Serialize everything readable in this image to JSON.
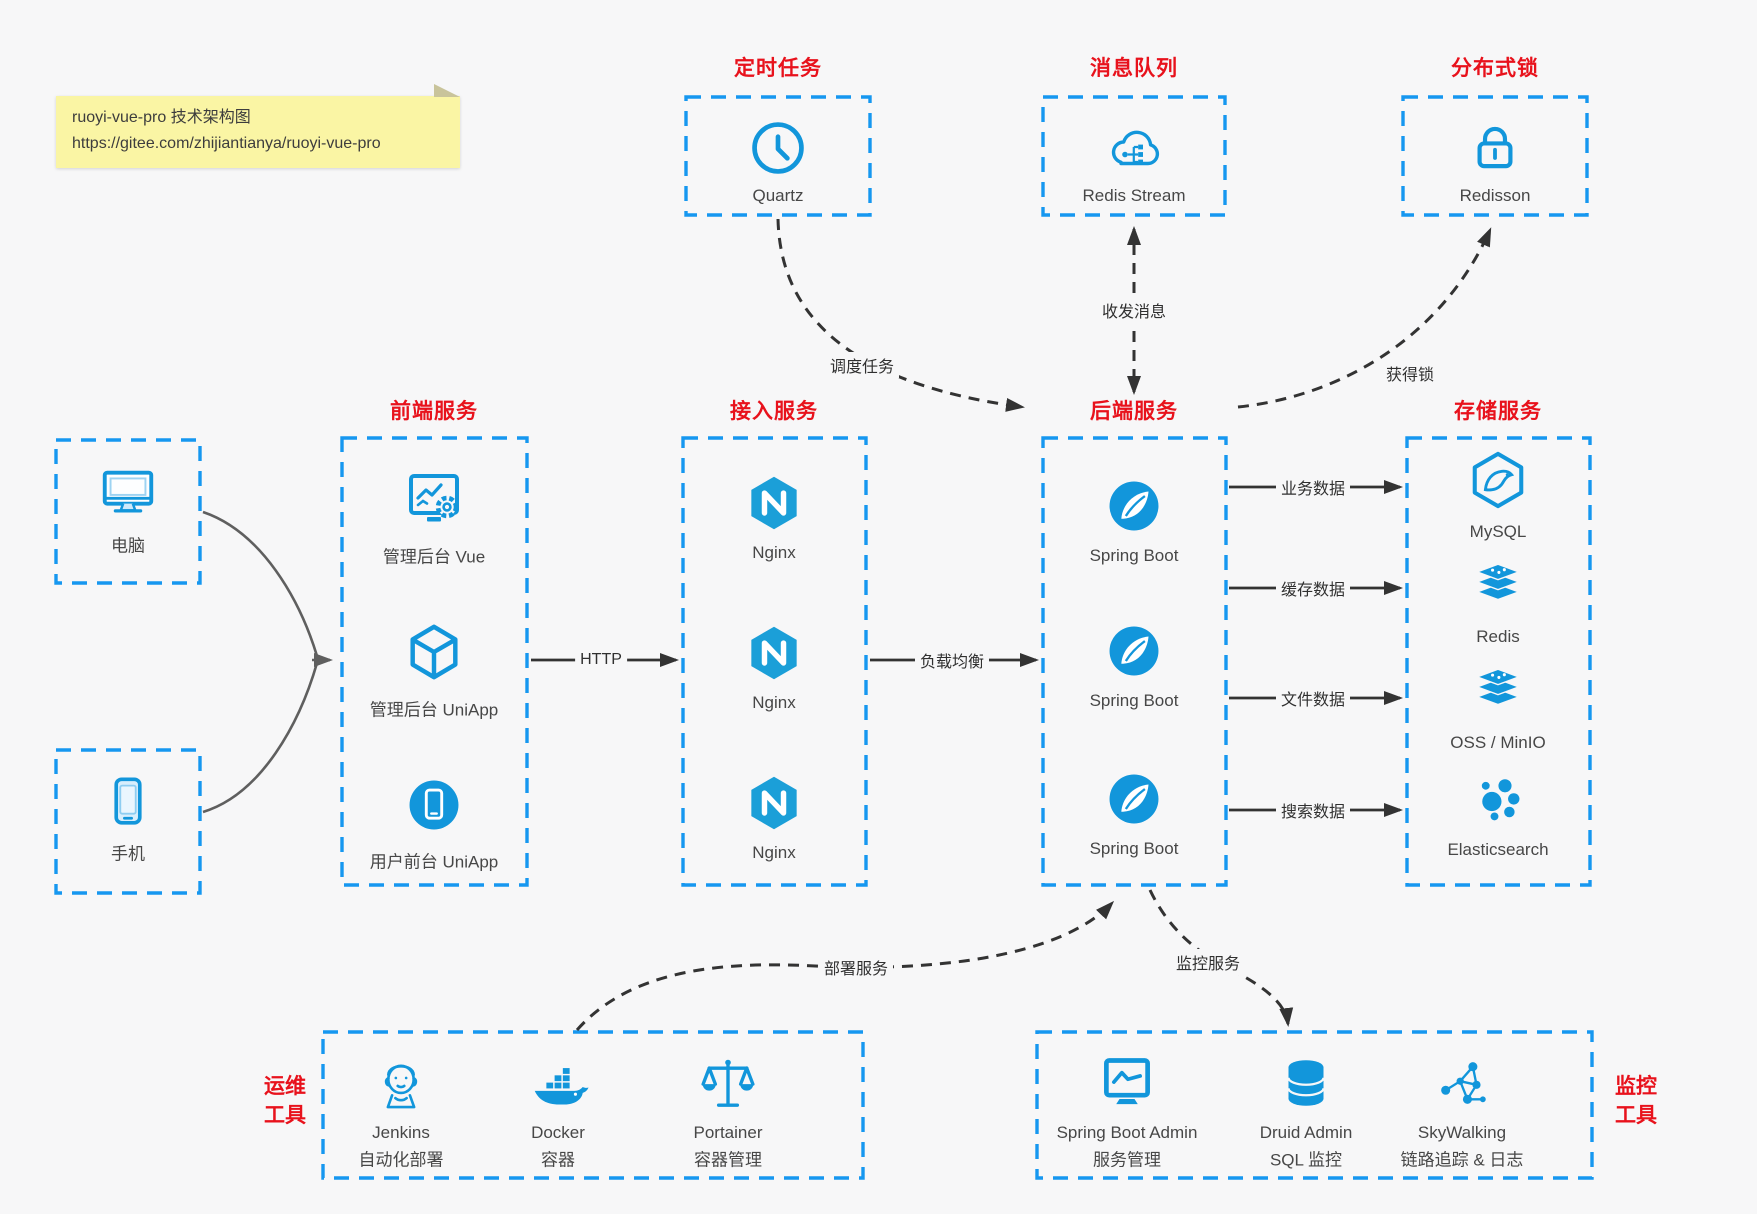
{
  "note": {
    "line1": "ruoyi-vue-pro 技术架构图",
    "line2": "https://gitee.com/zhijiantianya/ruoyi-vue-pro"
  },
  "colors": {
    "icon_blue": "#1296db",
    "border_blue": "#1697f0",
    "title_red": "#e8121c",
    "note_yellow": "#faf5a4"
  },
  "groups": {
    "scheduler": {
      "title": "定时任务",
      "items": [
        {
          "icon": "clock-icon",
          "label": "Quartz"
        }
      ]
    },
    "mq": {
      "title": "消息队列",
      "items": [
        {
          "icon": "cloud-queue-icon",
          "label": "Redis Stream"
        }
      ]
    },
    "lock": {
      "title": "分布式锁",
      "items": [
        {
          "icon": "lock-icon",
          "label": "Redisson"
        }
      ]
    },
    "clients": {
      "items": [
        {
          "icon": "desktop-icon",
          "label": "电脑"
        },
        {
          "icon": "smartphone-icon",
          "label": "手机"
        }
      ]
    },
    "frontend": {
      "title": "前端服务",
      "items": [
        {
          "icon": "admin-vue-icon",
          "label": "管理后台 Vue"
        },
        {
          "icon": "uniapp-cube-icon",
          "label": "管理后台 UniApp"
        },
        {
          "icon": "mobile-app-icon",
          "label": "用户前台 UniApp"
        }
      ]
    },
    "gateway": {
      "title": "接入服务",
      "items": [
        {
          "icon": "nginx-icon",
          "label": "Nginx"
        },
        {
          "icon": "nginx-icon",
          "label": "Nginx"
        },
        {
          "icon": "nginx-icon",
          "label": "Nginx"
        }
      ]
    },
    "backend": {
      "title": "后端服务",
      "items": [
        {
          "icon": "spring-boot-icon",
          "label": "Spring Boot"
        },
        {
          "icon": "spring-boot-icon",
          "label": "Spring Boot"
        },
        {
          "icon": "spring-boot-icon",
          "label": "Spring Boot"
        }
      ]
    },
    "storage": {
      "title": "存储服务",
      "items": [
        {
          "icon": "mysql-icon",
          "label": "MySQL"
        },
        {
          "icon": "redis-icon",
          "label": "Redis"
        },
        {
          "icon": "oss-icon",
          "label": "OSS / MinIO"
        },
        {
          "icon": "elasticsearch-icon",
          "label": "Elasticsearch"
        }
      ]
    },
    "ops": {
      "title_line1": "运维",
      "title_line2": "工具",
      "items": [
        {
          "icon": "jenkins-icon",
          "label": "Jenkins",
          "sublabel": "自动化部署"
        },
        {
          "icon": "docker-icon",
          "label": "Docker",
          "sublabel": "容器"
        },
        {
          "icon": "portainer-icon",
          "label": "Portainer",
          "sublabel": "容器管理"
        }
      ]
    },
    "monitoring": {
      "title_line1": "监控",
      "title_line2": "工具",
      "items": [
        {
          "icon": "springboot-admin-icon",
          "label": "Spring Boot Admin",
          "sublabel": "服务管理"
        },
        {
          "icon": "druid-icon",
          "label": "Druid Admin",
          "sublabel": "SQL 监控"
        },
        {
          "icon": "skywalking-icon",
          "label": "SkyWalking",
          "sublabel": "链路追踪 & 日志"
        }
      ]
    }
  },
  "edges": {
    "http": {
      "label": "HTTP"
    },
    "load_balance": {
      "label": "负载均衡"
    },
    "schedule_task": {
      "label": "调度任务"
    },
    "send_receive_message": {
      "label": "收发消息"
    },
    "acquire_lock": {
      "label": "获得锁"
    },
    "business_data": {
      "label": "业务数据"
    },
    "cache_data": {
      "label": "缓存数据"
    },
    "file_data": {
      "label": "文件数据"
    },
    "search_data": {
      "label": "搜索数据"
    },
    "deploy_service": {
      "label": "部署服务"
    },
    "monitor_service": {
      "label": "监控服务"
    }
  }
}
